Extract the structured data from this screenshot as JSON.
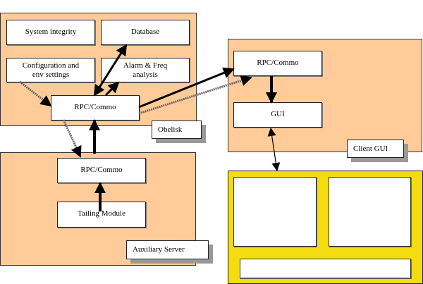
{
  "obelisk": {
    "label": "Obelisk",
    "system_integrity": "System integrity",
    "database": "Database",
    "config_line1": "Configuration and",
    "config_line2": "env settings",
    "alarm_line1": "Alarm & Freq",
    "alarm_line2": "analysis",
    "rpc": "RPC/Commo"
  },
  "auxiliary": {
    "label": "Auxiliary Server",
    "rpc": "RPC/Commo",
    "tailing": "Tailing Module"
  },
  "client": {
    "label": "Client GUI",
    "rpc": "RPC/Commo",
    "gui": "GUI"
  },
  "colors": {
    "container_fill": "#ffcc99",
    "gui_mockup_fill": "#f5dc10"
  }
}
